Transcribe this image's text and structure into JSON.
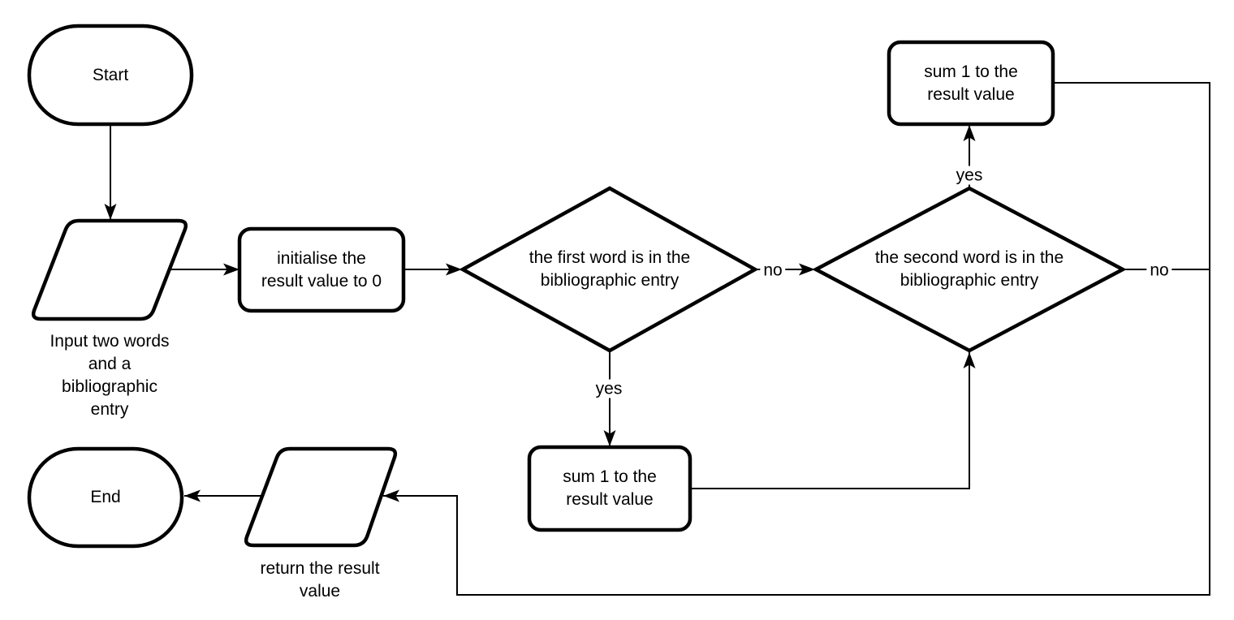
{
  "diagram": {
    "background_color": "#ffffff",
    "stroke_color": "#000000",
    "text_color": "#000000",
    "nodes": {
      "start": {
        "shape": "terminator",
        "lines": [
          "Start"
        ]
      },
      "input_words": {
        "shape": "input-output",
        "lines": [
          "Input two words",
          "and a",
          "bibliographic",
          "entry"
        ]
      },
      "initialise": {
        "shape": "process",
        "lines": [
          "initialise the",
          "result value to 0"
        ]
      },
      "first_word_check": {
        "shape": "decision",
        "lines": [
          "the first word is in the",
          "bibliographic entry"
        ]
      },
      "second_word_check": {
        "shape": "decision",
        "lines": [
          "the second word is in the",
          "bibliographic entry"
        ]
      },
      "sum_after_second": {
        "shape": "process",
        "lines": [
          "sum 1 to the",
          "result value"
        ]
      },
      "sum_after_first": {
        "shape": "process",
        "lines": [
          "sum 1 to the",
          "result value"
        ]
      },
      "return_result": {
        "shape": "input-output",
        "lines": [
          "return the result",
          "value"
        ]
      },
      "end": {
        "shape": "terminator",
        "lines": [
          "End"
        ]
      }
    },
    "edge_labels": {
      "first_yes": "yes",
      "first_no": "no",
      "second_yes": "yes",
      "second_no": "no"
    }
  }
}
